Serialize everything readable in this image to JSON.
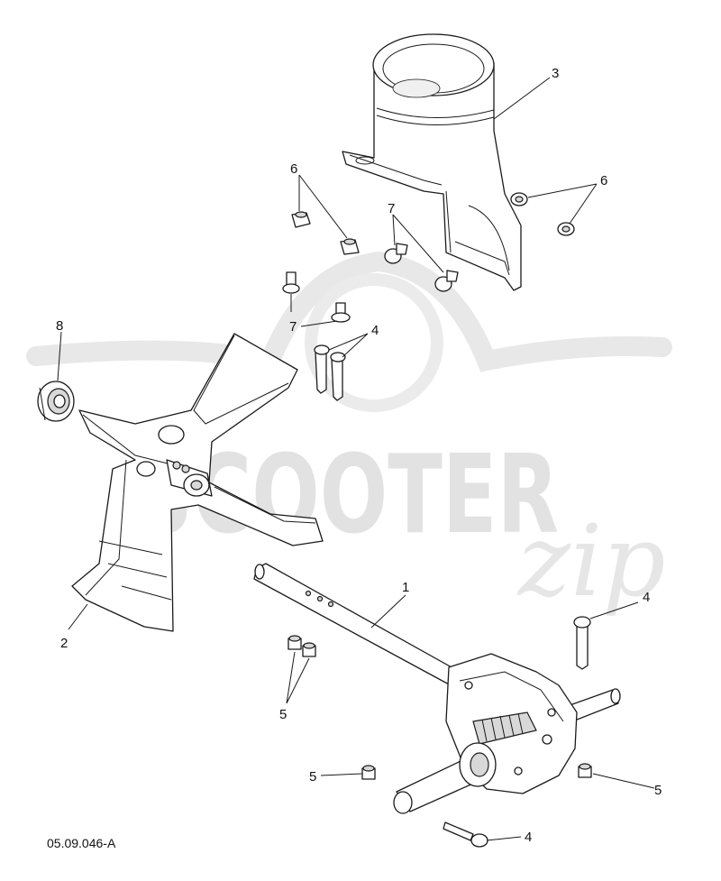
{
  "diagram": {
    "doc_code": "05.09.046-A",
    "watermark": {
      "main": "SCOOTER",
      "script": "zip"
    },
    "callouts": [
      {
        "id": "c1",
        "label": "1"
      },
      {
        "id": "c2",
        "label": "2"
      },
      {
        "id": "c3",
        "label": "3"
      },
      {
        "id": "c4a",
        "label": "4"
      },
      {
        "id": "c4b",
        "label": "4"
      },
      {
        "id": "c4c",
        "label": "4"
      },
      {
        "id": "c5a",
        "label": "5"
      },
      {
        "id": "c5b",
        "label": "5"
      },
      {
        "id": "c5c",
        "label": "5"
      },
      {
        "id": "c6a",
        "label": "6"
      },
      {
        "id": "c6b",
        "label": "6"
      },
      {
        "id": "c7a",
        "label": "7"
      },
      {
        "id": "c7b",
        "label": "7"
      },
      {
        "id": "c8",
        "label": "8"
      }
    ]
  }
}
